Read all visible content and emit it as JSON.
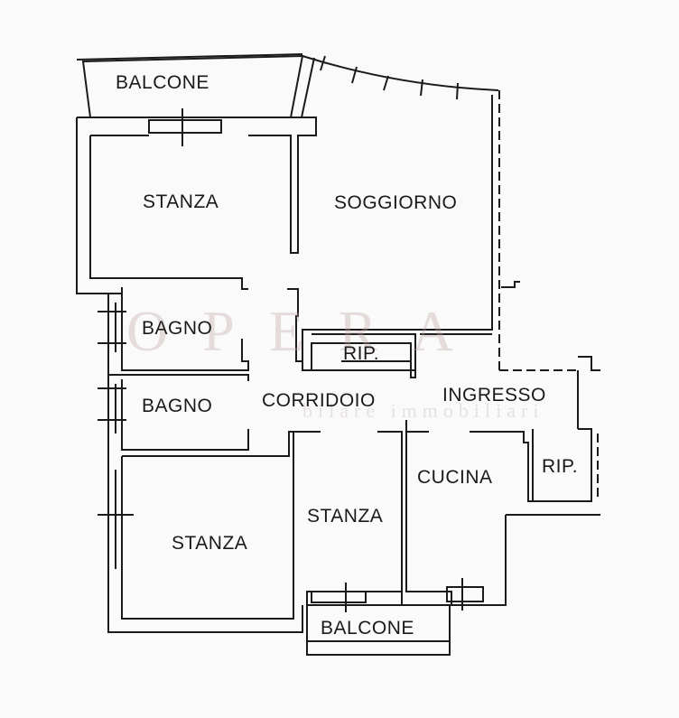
{
  "rooms": {
    "balcone_top": "BALCONE",
    "stanza_top": "STANZA",
    "soggiorno": "SOGGIORNO",
    "bagno_1": "BAGNO",
    "rip_center": "RIP.",
    "bagno_2": "BAGNO",
    "corridoio": "CORRIDOIO",
    "ingresso": "INGRESSO",
    "cucina": "CUCINA",
    "rip_right": "RIP.",
    "stanza_middle": "STANZA",
    "stanza_bottom": "STANZA",
    "balcone_bottom": "BALCONE"
  },
  "watermark": {
    "logo": "OPERA",
    "tagline": "bilare  immobiliari"
  },
  "colors": {
    "wall": "#1a1a1a",
    "background": "#fafafa",
    "watermark": "#c4a4a4"
  }
}
